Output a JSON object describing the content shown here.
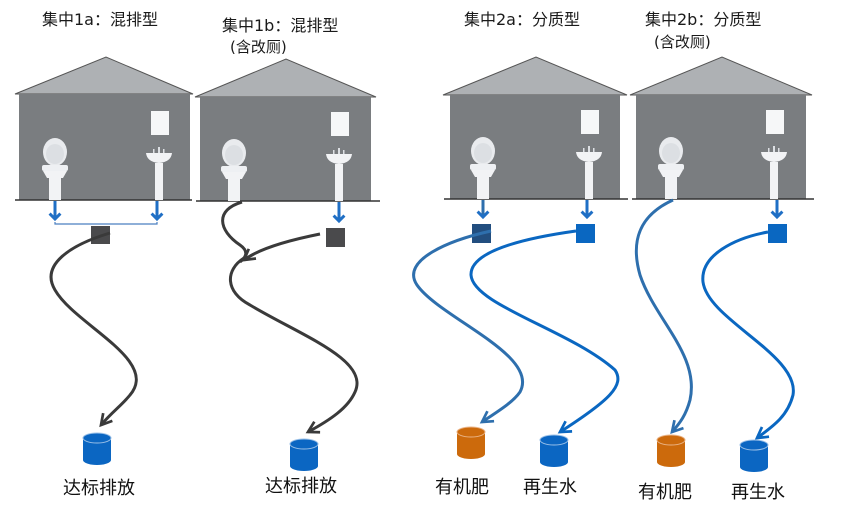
{
  "panels": [
    {
      "id": "1a",
      "title": "集中1a：混排型",
      "subtitle": "",
      "type": "mixed",
      "outputs": [
        "达标排放"
      ]
    },
    {
      "id": "1b",
      "title": "集中1b：混排型",
      "subtitle": "(含改厕)",
      "type": "mixed-retrofit",
      "outputs": [
        "达标排放"
      ]
    },
    {
      "id": "2a",
      "title": "集中2a：分质型",
      "subtitle": "",
      "type": "separated",
      "outputs": [
        "有机肥",
        "再生水"
      ]
    },
    {
      "id": "2b",
      "title": "集中2b：分质型",
      "subtitle": "(含改厕)",
      "type": "separated-retrofit",
      "outputs": [
        "有机肥",
        "再生水"
      ]
    }
  ],
  "colors": {
    "wall": "#7a7d80",
    "roof": "#aeb1b4",
    "fixture": "#f2f3f5",
    "arrow_blue": "#1f6fc5",
    "pipe_dark": "#3a3a3a",
    "pipe_blue_dark": "#2e6fad",
    "pipe_blue": "#0a67c1",
    "tank_dark": "#4a4a4c",
    "tank_navy": "#224e7f",
    "tank_blue": "#0a67c1",
    "bin_blue": "#0b66c2",
    "bin_orange": "#cc6a0c"
  }
}
